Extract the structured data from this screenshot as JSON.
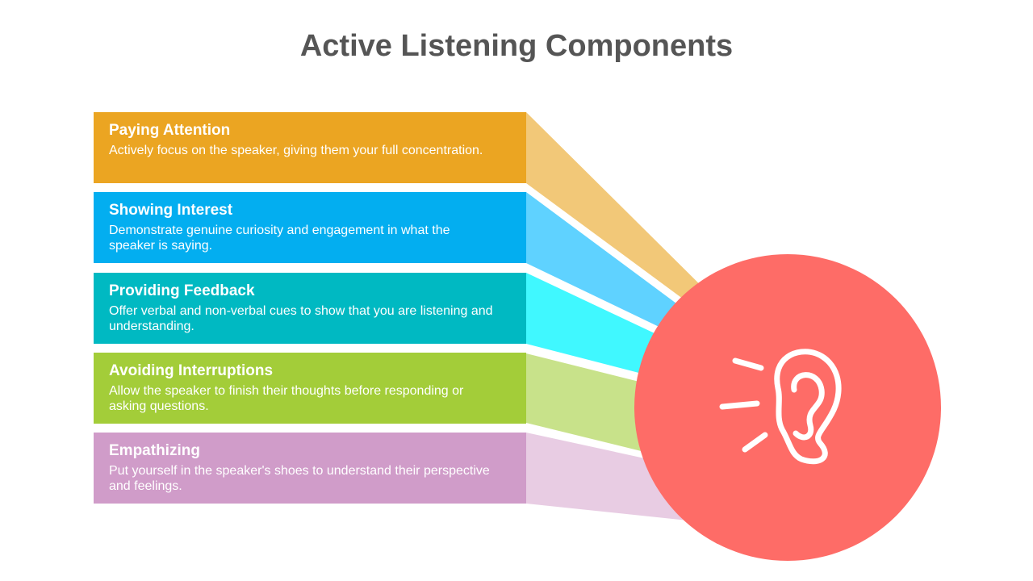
{
  "title": "Active Listening Components",
  "components": [
    {
      "heading": "Paying Attention",
      "text": "Actively focus on the speaker, giving them your full concentration.",
      "color": "#EBA522",
      "ray_color": "#F2C878"
    },
    {
      "heading": "Showing Interest",
      "text": "Demonstrate genuine curiosity and engagement in what the speaker is saying.",
      "color": "#03AEF0",
      "ray_color": "#5FD2FF"
    },
    {
      "heading": "Providing Feedback",
      "text": "Offer verbal and non-verbal cues to show that you are listening and understanding.",
      "color": "#00B9C2",
      "ray_color": "#40F8FF"
    },
    {
      "heading": "Avoiding Interruptions",
      "text": "Allow the speaker to finish their thoughts before responding or asking questions.",
      "color": "#A3CD39",
      "ray_color": "#C8E28A"
    },
    {
      "heading": "Empathizing",
      "text": "Put yourself in the speaker's shoes to understand their perspective and feelings.",
      "color": "#D09CC9",
      "ray_color": "#E8CCE3"
    }
  ],
  "center": {
    "icon": "ear-icon",
    "color": "#FE6C67"
  }
}
